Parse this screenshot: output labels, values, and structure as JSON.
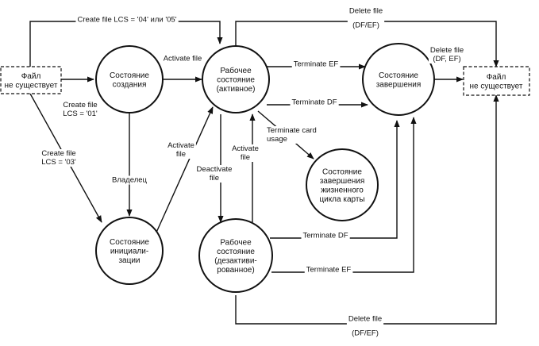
{
  "nodes": {
    "nonexistent_left": [
      "Файл",
      "не существует"
    ],
    "creation": [
      "Состояние",
      "создания"
    ],
    "initialization": [
      "Состояние",
      "инициали-",
      "зации"
    ],
    "operational_active": [
      "Рабочее",
      "состояние",
      "(активное)"
    ],
    "operational_deactivated": [
      "Рабочее",
      "состояние",
      "(дезактиви-",
      "рованное)"
    ],
    "termination": [
      "Состояние",
      "завершения"
    ],
    "card_lifecycle_end": [
      "Состояние",
      "завершения",
      "жизненного",
      "цикла карты"
    ],
    "nonexistent_right": [
      "Файл",
      "не существует"
    ]
  },
  "edges": {
    "create_04_05": [
      "Create file LCS = '04' или '05'"
    ],
    "create_01": [
      "Create file",
      "LCS = '01'"
    ],
    "create_03": [
      "Create file",
      "LCS = '03'"
    ],
    "owner": [
      "Владелец"
    ],
    "activate_from_creation": [
      "Activate file"
    ],
    "activate_from_init": [
      "Activate",
      "file"
    ],
    "deactivate": [
      "Deactivate",
      "file"
    ],
    "activate_from_deactivated": [
      "Activate",
      "file"
    ],
    "terminate_ef_active": [
      "Terminate EF"
    ],
    "terminate_df_active": [
      "Terminate DF"
    ],
    "terminate_card_usage": [
      "Terminate card",
      "usage"
    ],
    "terminate_df_deact": [
      "Terminate DF"
    ],
    "terminate_ef_deact": [
      "Terminate EF"
    ],
    "delete_top": [
      "Delete file",
      "(DF/EF)"
    ],
    "delete_from_termination": [
      "Delete file",
      "(DF, EF)"
    ],
    "delete_bottom": [
      "Delete file",
      "(DF/EF)"
    ]
  }
}
